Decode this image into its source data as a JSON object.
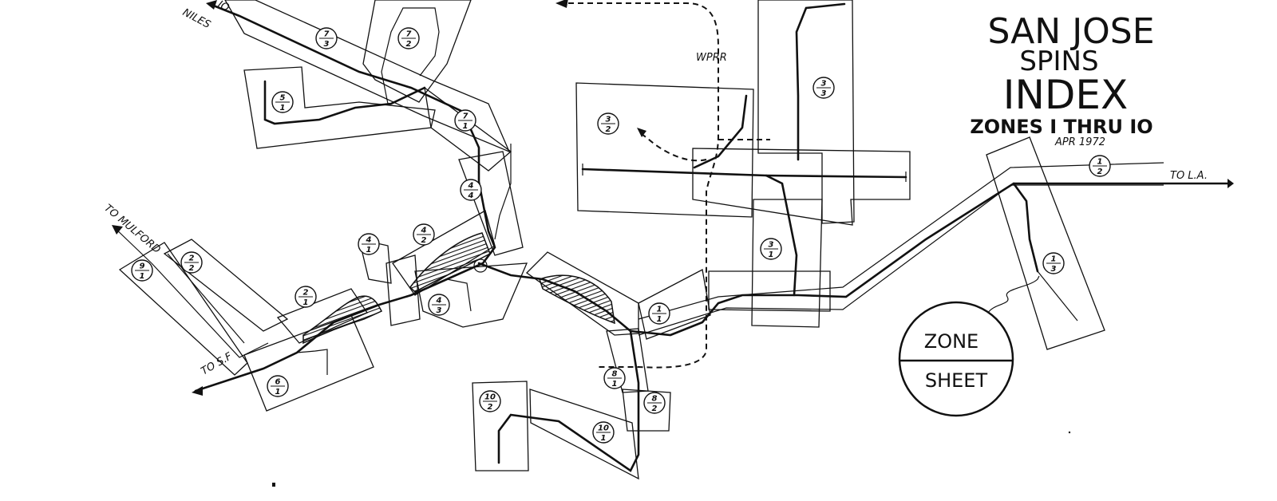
{
  "title": {
    "line1": "SAN JOSE",
    "line2": "SPINS",
    "line3": "INDEX",
    "line4": "ZONES I THRU IO",
    "date": "APR 1972"
  },
  "legend": {
    "top": "ZONE",
    "bottom": "SHEET"
  },
  "destinations": {
    "niles": "NILES",
    "niles_num": "IO",
    "mulford": "TO MULFORD",
    "sf": "TO S.F",
    "la": "TO L.A.",
    "wprr": "WPRR"
  },
  "zone_markers": [
    {
      "id": "z7-3",
      "zone": "7",
      "sheet": "3"
    },
    {
      "id": "z7-2",
      "zone": "7",
      "sheet": "2"
    },
    {
      "id": "z5-1",
      "zone": "5",
      "sheet": "1"
    },
    {
      "id": "z7-1",
      "zone": "7",
      "sheet": "1"
    },
    {
      "id": "z4-4",
      "zone": "4",
      "sheet": "4"
    },
    {
      "id": "z4-2",
      "zone": "4",
      "sheet": "2"
    },
    {
      "id": "z4-1",
      "zone": "4",
      "sheet": "1"
    },
    {
      "id": "z4-3",
      "zone": "4",
      "sheet": "3"
    },
    {
      "id": "z9-1",
      "zone": "9",
      "sheet": "1"
    },
    {
      "id": "z2-2",
      "zone": "2",
      "sheet": "2"
    },
    {
      "id": "z2-1",
      "zone": "2",
      "sheet": "1"
    },
    {
      "id": "z6-1",
      "zone": "6",
      "sheet": "1"
    },
    {
      "id": "z3-2",
      "zone": "3",
      "sheet": "2"
    },
    {
      "id": "z3-3",
      "zone": "3",
      "sheet": "3"
    },
    {
      "id": "z3-1",
      "zone": "3",
      "sheet": "1"
    },
    {
      "id": "z1-1",
      "zone": "1",
      "sheet": "1"
    },
    {
      "id": "z8-1",
      "zone": "8",
      "sheet": "1"
    },
    {
      "id": "z8-2",
      "zone": "8",
      "sheet": "2"
    },
    {
      "id": "z10-2",
      "zone": "10",
      "sheet": "2"
    },
    {
      "id": "z10-1",
      "zone": "10",
      "sheet": "1"
    },
    {
      "id": "z1-2",
      "zone": "1",
      "sheet": "2"
    },
    {
      "id": "z1-3",
      "zone": "1",
      "sheet": "3"
    }
  ]
}
